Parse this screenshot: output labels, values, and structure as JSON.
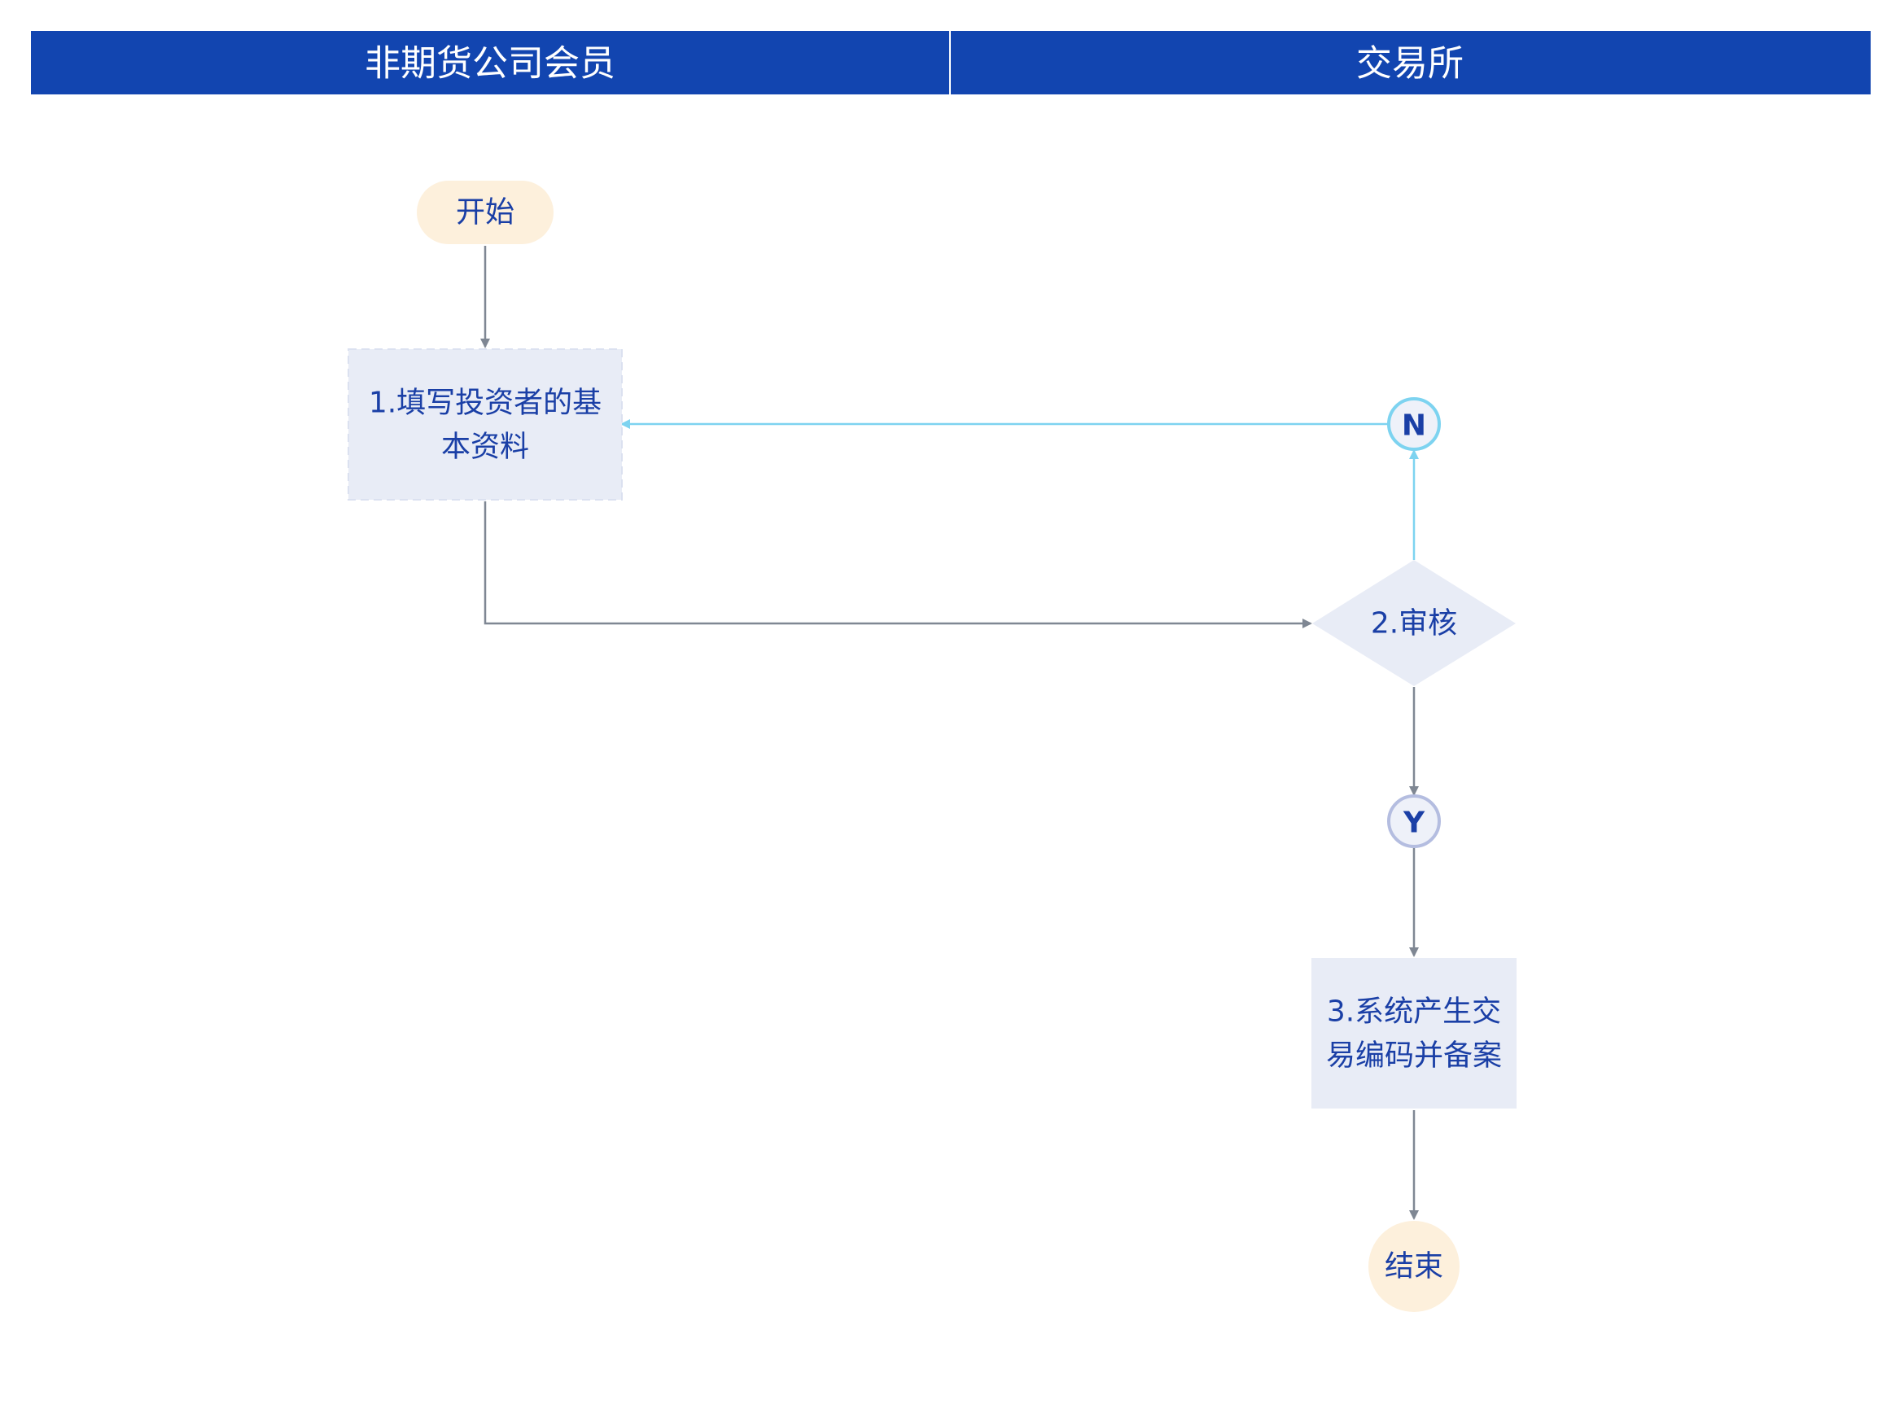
{
  "colors": {
    "header_bg": "#1245b0",
    "header_divider": "#ffffff",
    "header_text": "#ffffff",
    "terminal_fill": "#fdf0dc",
    "process_fill": "#e8ecf6",
    "decision_fill": "#e8ecf6",
    "node_text": "#1a3fa6",
    "edge_default": "#7f8793",
    "edge_no": "#7dd3f0",
    "connector_no_stroke": "#7dd3f0",
    "connector_yes_stroke": "#b4bde0",
    "connector_fill": "#eef1f9"
  },
  "lanes": [
    {
      "title": "非期货公司会员"
    },
    {
      "title": "交易所"
    }
  ],
  "nodes": {
    "start": {
      "label": "开始",
      "shape": "terminal"
    },
    "step1": {
      "line1": "1.填写投资者的基",
      "line2": "本资料",
      "shape": "process"
    },
    "connector_n": {
      "label": "N",
      "shape": "connector"
    },
    "step2": {
      "label": "2.审核",
      "shape": "decision"
    },
    "connector_y": {
      "label": "Y",
      "shape": "connector"
    },
    "step3": {
      "line1": "3.系统产生交",
      "line2": "易编码并备案",
      "shape": "process"
    },
    "end": {
      "label": "结束",
      "shape": "terminal"
    }
  },
  "edges": [
    {
      "from": "start",
      "to": "step1"
    },
    {
      "from": "step1",
      "to": "step2"
    },
    {
      "from": "step2",
      "to": "connector_n"
    },
    {
      "from": "connector_n",
      "to": "step1"
    },
    {
      "from": "step2",
      "to": "connector_y"
    },
    {
      "from": "connector_y",
      "to": "step3"
    },
    {
      "from": "step3",
      "to": "end"
    }
  ]
}
